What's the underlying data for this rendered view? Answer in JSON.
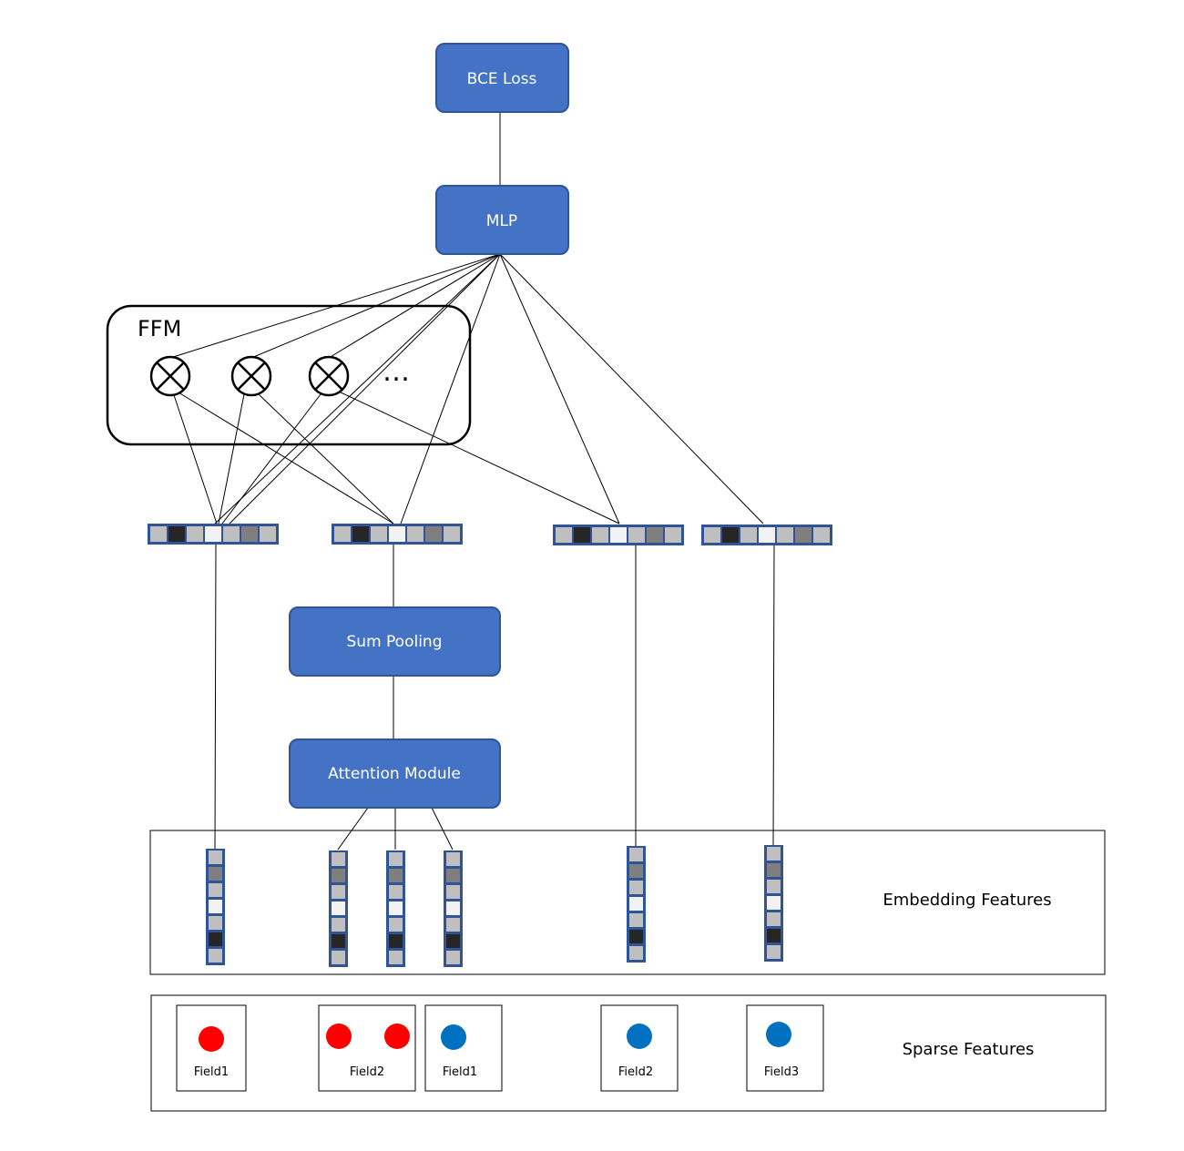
{
  "nodes": {
    "bce_loss": "BCE Loss",
    "mlp": "MLP",
    "sum_pooling": "Sum Pooling",
    "attention_module": "Attention Module"
  },
  "ffm": {
    "label": "FFM",
    "ellipsis": "…"
  },
  "regions": {
    "embedding": "Embedding Features",
    "sparse": "Sparse Features"
  },
  "sparse_fields": [
    {
      "label": "Field1",
      "dot_colors": [
        "#ff0000"
      ]
    },
    {
      "label": "Field2",
      "dot_colors": [
        "#ff0000",
        "#ff0000"
      ]
    },
    {
      "label": "Field1",
      "dot_colors": [
        "#0070c0"
      ]
    },
    {
      "label": "Field2",
      "dot_colors": [
        "#0070c0"
      ]
    },
    {
      "label": "Field3",
      "dot_colors": [
        "#0070c0"
      ]
    }
  ],
  "colors": {
    "node_fill": "#4472c4",
    "node_stroke": "#2f5597",
    "cell_light": "#bfbfbf",
    "cell_dark": "#262626",
    "cell_mid": "#7f7f7f",
    "cell_white": "#f2f2f2",
    "red_dot": "#ff0000",
    "blue_dot": "#0070c0"
  },
  "vector_pattern": [
    "#bfbfbf",
    "#262626",
    "#bfbfbf",
    "#f2f2f2",
    "#bfbfbf",
    "#7f7f7f",
    "#bfbfbf"
  ],
  "column_pattern": [
    "#bfbfbf",
    "#7f7f7f",
    "#bfbfbf",
    "#f2f2f2",
    "#bfbfbf",
    "#262626",
    "#bfbfbf"
  ]
}
